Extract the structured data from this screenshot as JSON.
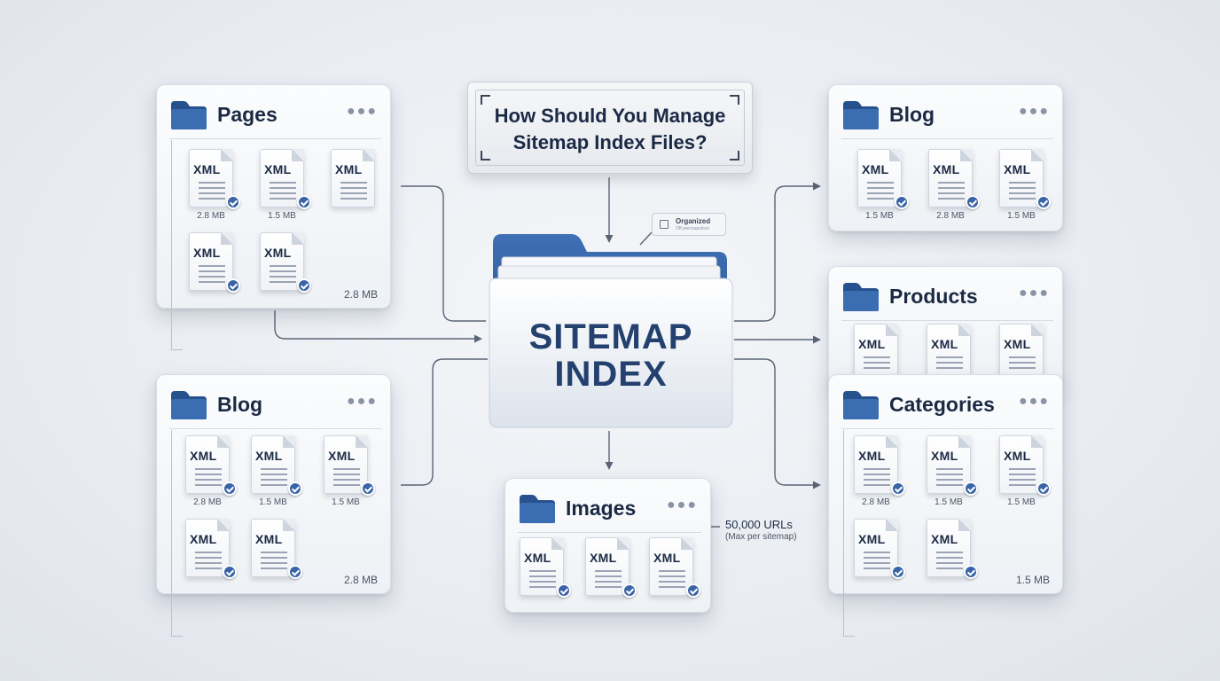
{
  "question": {
    "line1": "How Should You Manage",
    "line2": "Sitemap Index Files?"
  },
  "index": {
    "line1": "SITEMAP",
    "line2": "INDEX"
  },
  "organized_tag": {
    "title": "Organized",
    "subtitle": "Off precoupuloce"
  },
  "limit_note": {
    "count": "50,000 URLs",
    "caption": "(Max per sitemap)"
  },
  "panels": {
    "pages": {
      "title": "Pages",
      "size": "2.8 MB",
      "files": [
        {
          "label": "XML",
          "size": "2.8 MB"
        },
        {
          "label": "XML",
          "size": "1.5 MB"
        },
        {
          "label": "XML",
          "size": ""
        },
        {
          "label": "XML",
          "size": ""
        },
        {
          "label": "XML",
          "size": ""
        }
      ]
    },
    "blog_left": {
      "title": "Blog",
      "size": "2.8 MB",
      "files": [
        {
          "label": "XML",
          "size": "2.8 MB"
        },
        {
          "label": "XML",
          "size": "1.5 MB"
        },
        {
          "label": "XML",
          "size": "1.5 MB"
        },
        {
          "label": "XML",
          "size": ""
        },
        {
          "label": "XML",
          "size": ""
        }
      ]
    },
    "images": {
      "title": "Images",
      "files": [
        {
          "label": "XML",
          "size": ""
        },
        {
          "label": "XML",
          "size": ""
        },
        {
          "label": "XML",
          "size": ""
        }
      ]
    },
    "blog_right": {
      "title": "Blog",
      "files": [
        {
          "label": "XML",
          "size": "1.5 MB"
        },
        {
          "label": "XML",
          "size": "2.8 MB"
        },
        {
          "label": "XML",
          "size": "1.5 MB"
        }
      ]
    },
    "products": {
      "title": "Products",
      "files": [
        {
          "label": "XML",
          "size": ""
        },
        {
          "label": "XML",
          "size": ""
        },
        {
          "label": "XML",
          "size": ""
        }
      ]
    },
    "categories": {
      "title": "Categories",
      "size": "1.5 MB",
      "files": [
        {
          "label": "XML",
          "size": "2.8 MB"
        },
        {
          "label": "XML",
          "size": "1.5 MB"
        },
        {
          "label": "XML",
          "size": "1.5 MB"
        },
        {
          "label": "XML",
          "size": ""
        },
        {
          "label": "XML",
          "size": ""
        }
      ]
    }
  },
  "colors": {
    "folder_blue": "#3b6db3",
    "check_blue": "#3a64a8",
    "title_navy": "#1b2a44",
    "index_navy": "#23406e",
    "connector_gray": "#5a6476"
  }
}
